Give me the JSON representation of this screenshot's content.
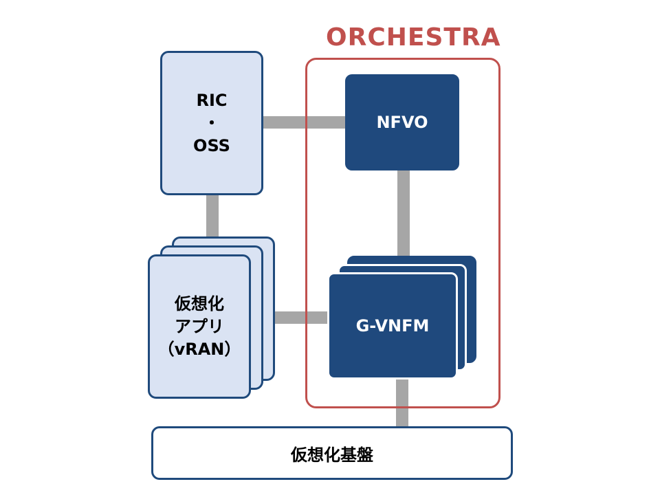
{
  "orchestra": {
    "title": "ORCHESTRA"
  },
  "ric_oss": {
    "line1": "RIC",
    "line2": "・",
    "line3": "OSS"
  },
  "nfvo": {
    "label": "NFVO"
  },
  "vnfm": {
    "label": "G-VNFM"
  },
  "vapp": {
    "line1": "仮想化",
    "line2": "アプリ",
    "line3": "（vRAN）"
  },
  "infra": {
    "label": "仮想化基盤"
  },
  "colors": {
    "frame": "#c0504d",
    "dark_box": "#1f497d",
    "light_box": "#dae3f3",
    "border": "#1f4a7c",
    "connector": "#a6a6a6"
  }
}
